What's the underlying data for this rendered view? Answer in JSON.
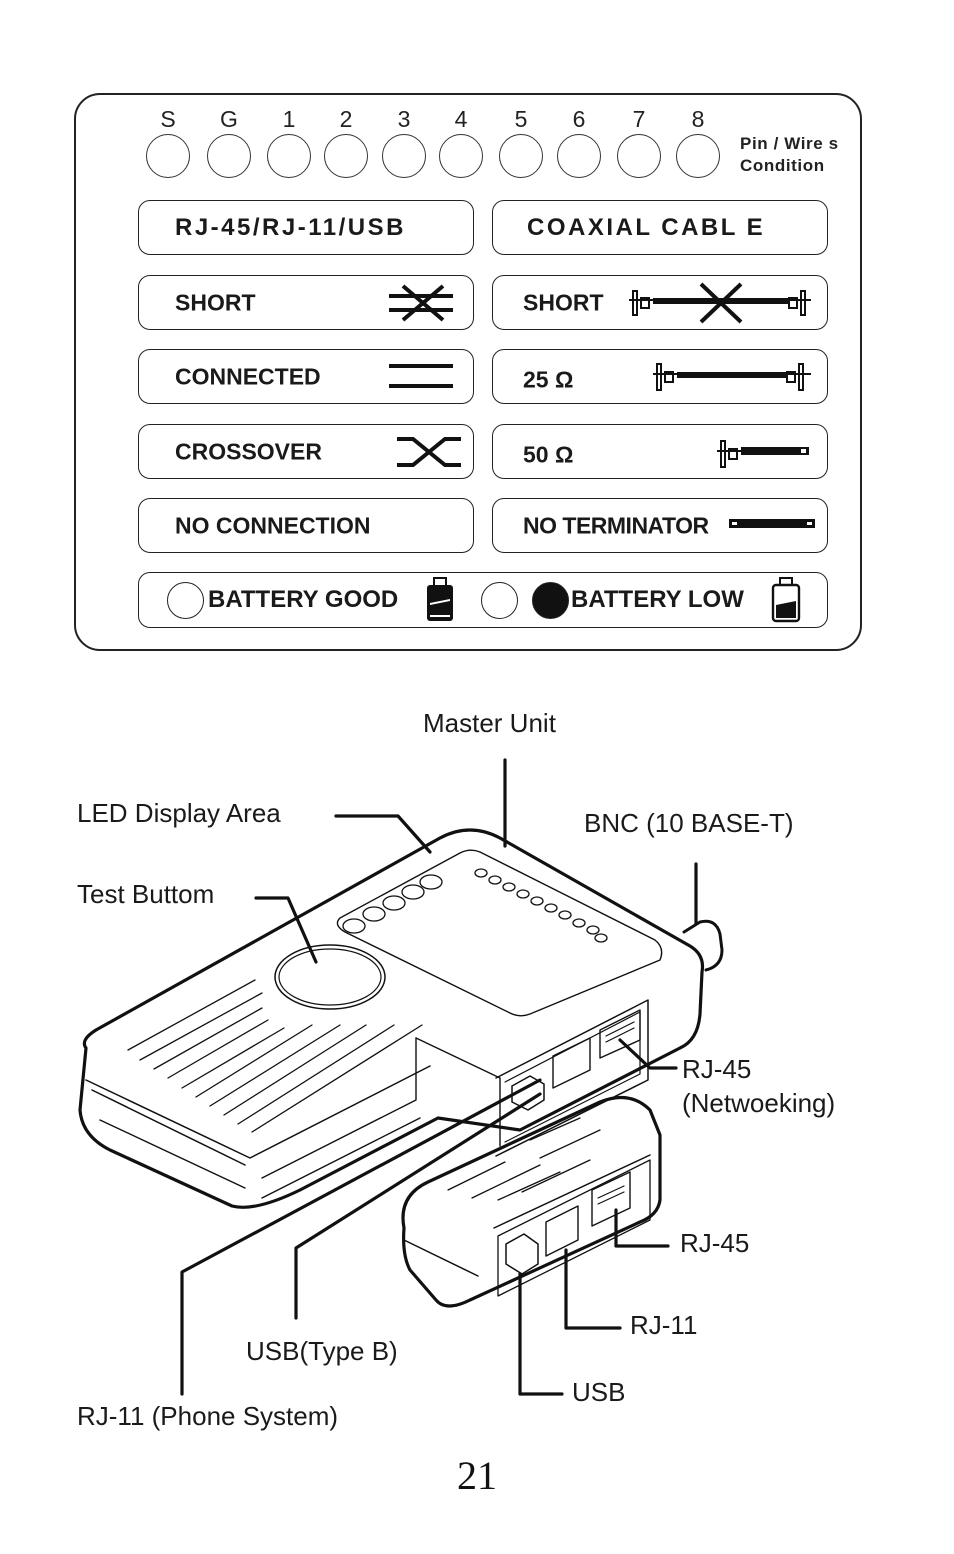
{
  "led_panel": {
    "pin_labels": [
      "S",
      "G",
      "1",
      "2",
      "3",
      "4",
      "5",
      "6",
      "7",
      "8"
    ],
    "pin_caption_line1": "Pin / Wire s",
    "pin_caption_line2": "Condition",
    "left_column": {
      "header": "RJ-45/RJ-11/USB",
      "items": [
        {
          "label": "SHORT",
          "icon": "short-wires-icon"
        },
        {
          "label": "CONNECTED",
          "icon": "parallel-wires-icon"
        },
        {
          "label": "CROSSOVER",
          "icon": "crossover-wires-icon"
        },
        {
          "label": "NO CONNECTION",
          "icon": ""
        }
      ]
    },
    "right_column": {
      "header": "COAXIAL CABL E",
      "items": [
        {
          "label": "SHORT",
          "icon": "coax-short-icon"
        },
        {
          "label": "25 Ω",
          "icon": "coax-two-terminator-icon"
        },
        {
          "label": "50 Ω",
          "icon": "coax-one-terminator-icon"
        },
        {
          "label": "NO TERMINATOR",
          "icon": "coax-no-terminator-icon"
        }
      ]
    },
    "battery": {
      "good_label": "BATTERY GOOD",
      "low_label": "BATTERY  LOW"
    }
  },
  "diagram": {
    "labels": {
      "master_unit": "Master Unit",
      "led_display_area": "LED Display Area",
      "bnc": "BNC (10 BASE-T)",
      "test_button": "Test Buttom",
      "rj45_networking_line1": "RJ-45",
      "rj45_networking_line2": "(Netwoeking)",
      "remote_rj45": "RJ-45",
      "remote_rj11": "RJ-11",
      "remote_usb": "USB",
      "usb_type_b": "USB(Type B)",
      "rj11_phone": "RJ-11 (Phone System)"
    }
  },
  "page_number": "21"
}
